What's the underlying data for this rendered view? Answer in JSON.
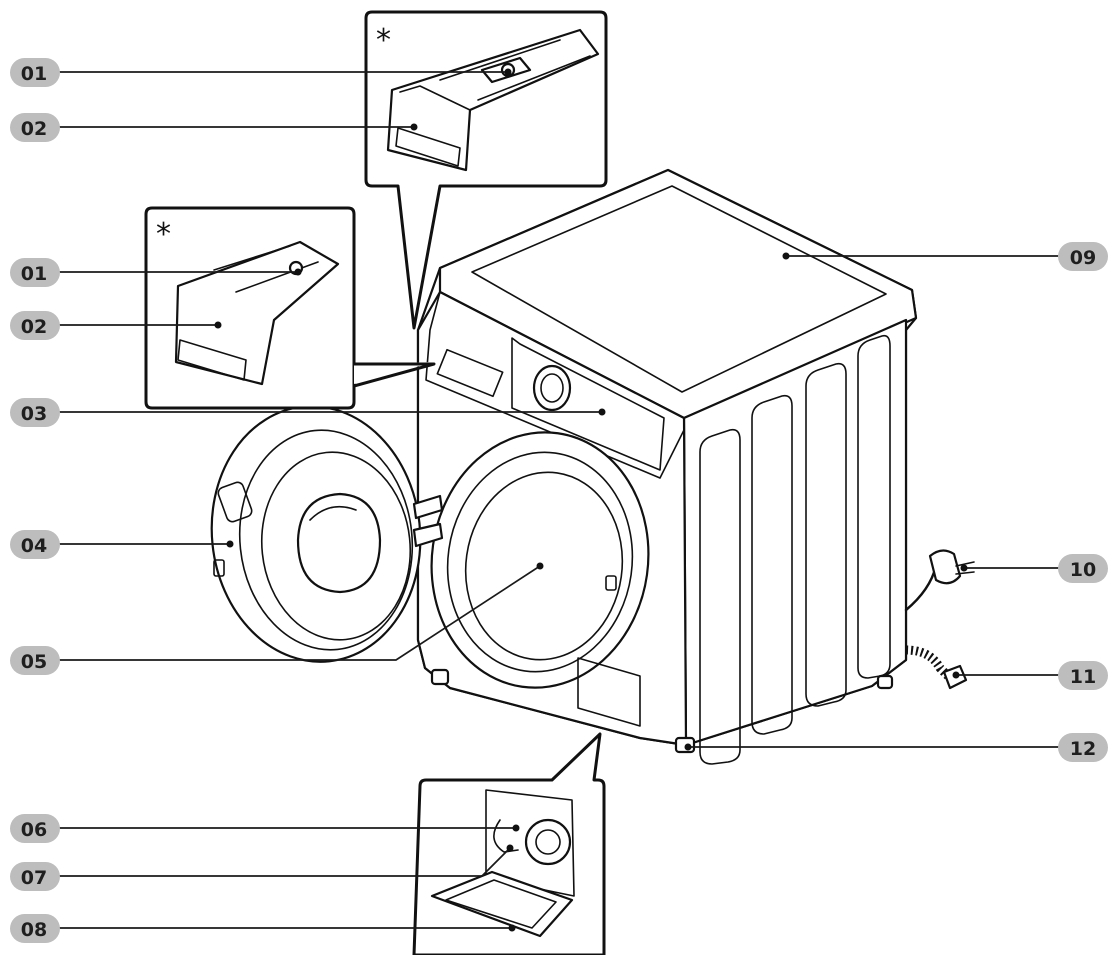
{
  "callouts": {
    "c01a": "01",
    "c02a": "02",
    "c01b": "01",
    "c02b": "02",
    "c03": "03",
    "c04": "04",
    "c05": "05",
    "c06": "06",
    "c07": "07",
    "c08": "08",
    "c09": "09",
    "c10": "10",
    "c11": "11",
    "c12": "12"
  },
  "insets": {
    "drawer_top_mark": "*",
    "drawer_mid_mark": "*"
  },
  "colors": {
    "badge": "#bdbdbd",
    "outline": "#111111"
  }
}
